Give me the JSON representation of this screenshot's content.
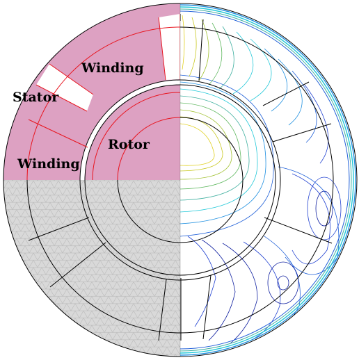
{
  "labels": {
    "winding_top": "Winding",
    "stator": "Stator",
    "winding_left": "Winding",
    "rotor": "Rotor"
  },
  "colors": {
    "region_fill": "#dda1c2",
    "mesh_fill": "#d9d9d9",
    "mesh_lines": "#b3b3b3",
    "boundary_red": "#e8141e",
    "outline": "#000000",
    "contour_palette": [
      "#e0d020",
      "#c8c820",
      "#80c040",
      "#40b0a0",
      "#20c8d8",
      "#2090e0",
      "#2040d0",
      "#1020a0"
    ]
  }
}
